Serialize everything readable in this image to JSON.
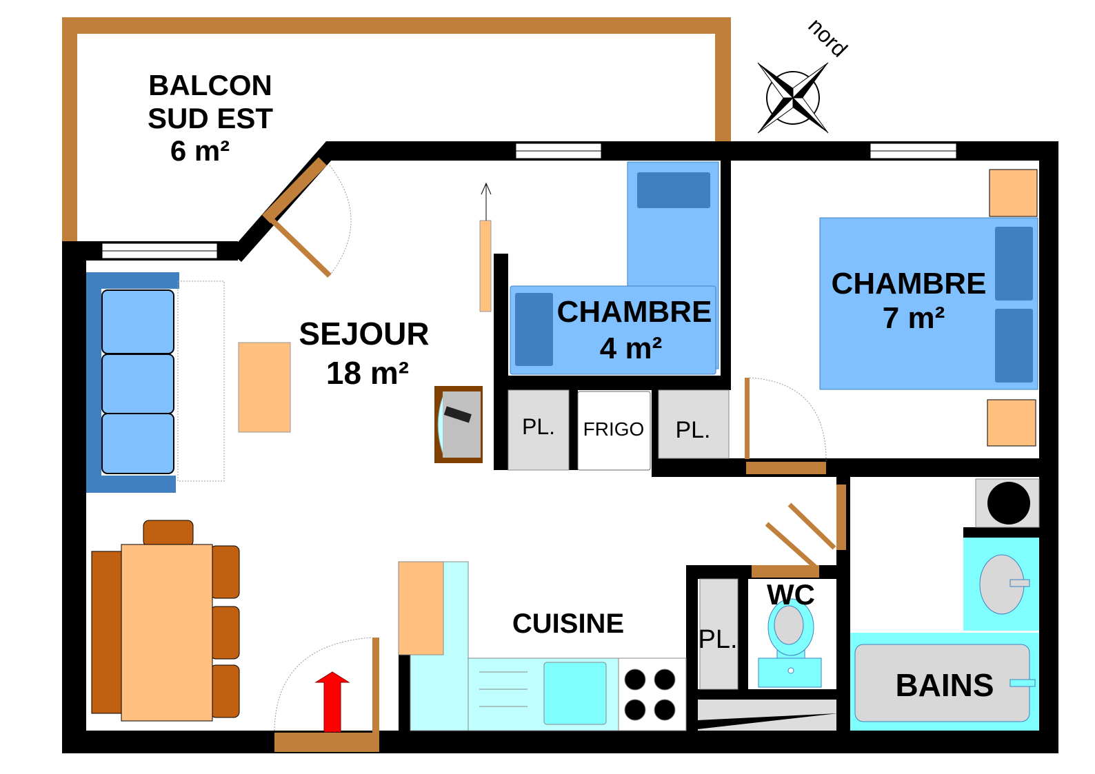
{
  "rooms": {
    "balcony": {
      "line1": "BALCON",
      "line2": "SUD EST",
      "area": "6 m²"
    },
    "living": {
      "name": "SEJOUR",
      "area": "18 m²"
    },
    "bedroom_small": {
      "name": "CHAMBRE",
      "area": "4 m²"
    },
    "bedroom_large": {
      "name": "CHAMBRE",
      "area": "7 m²"
    },
    "kitchen": {
      "name": "CUISINE"
    },
    "wc": {
      "name": "WC"
    },
    "bathroom": {
      "name": "BAINS"
    }
  },
  "closets": {
    "pl1": "PL.",
    "fridge": "FRIGO",
    "pl2": "PL.",
    "pl3": "PL."
  },
  "compass": {
    "label": "nord"
  },
  "colors": {
    "wall": "#000000",
    "wood": "#c0803c",
    "bed": "#80c0ff",
    "bed_dark": "#4080c0",
    "furniture": "#ffc080",
    "water": "#80ffff",
    "fixture": "#d8d8d8",
    "entrance_arrow": "#ff0000"
  }
}
